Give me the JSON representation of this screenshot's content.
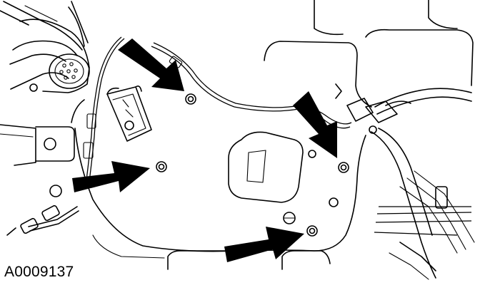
{
  "figure": {
    "reference_id": "A0009137",
    "callouts": [
      {
        "name": "bolt-top-left"
      },
      {
        "name": "bolt-left"
      },
      {
        "name": "bolt-right"
      },
      {
        "name": "bolt-bottom"
      }
    ],
    "colors": {
      "ink": "#000000",
      "paper": "#ffffff"
    }
  }
}
